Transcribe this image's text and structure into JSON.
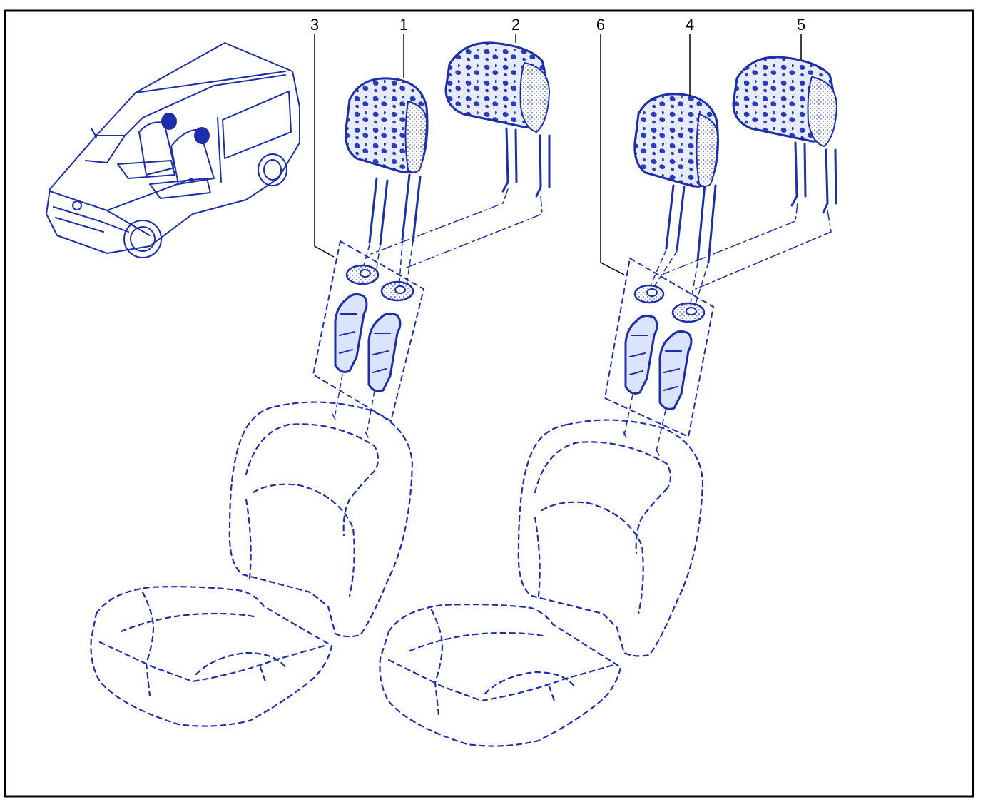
{
  "diagram": {
    "callouts": [
      {
        "id": "callout-3",
        "label": "3"
      },
      {
        "id": "callout-1",
        "label": "1"
      },
      {
        "id": "callout-2",
        "label": "2"
      },
      {
        "id": "callout-6",
        "label": "6"
      },
      {
        "id": "callout-4",
        "label": "4"
      },
      {
        "id": "callout-5",
        "label": "5"
      }
    ]
  },
  "colors": {
    "ink": "#1c2fa8",
    "frame": "#000000",
    "background": "#ffffff"
  }
}
